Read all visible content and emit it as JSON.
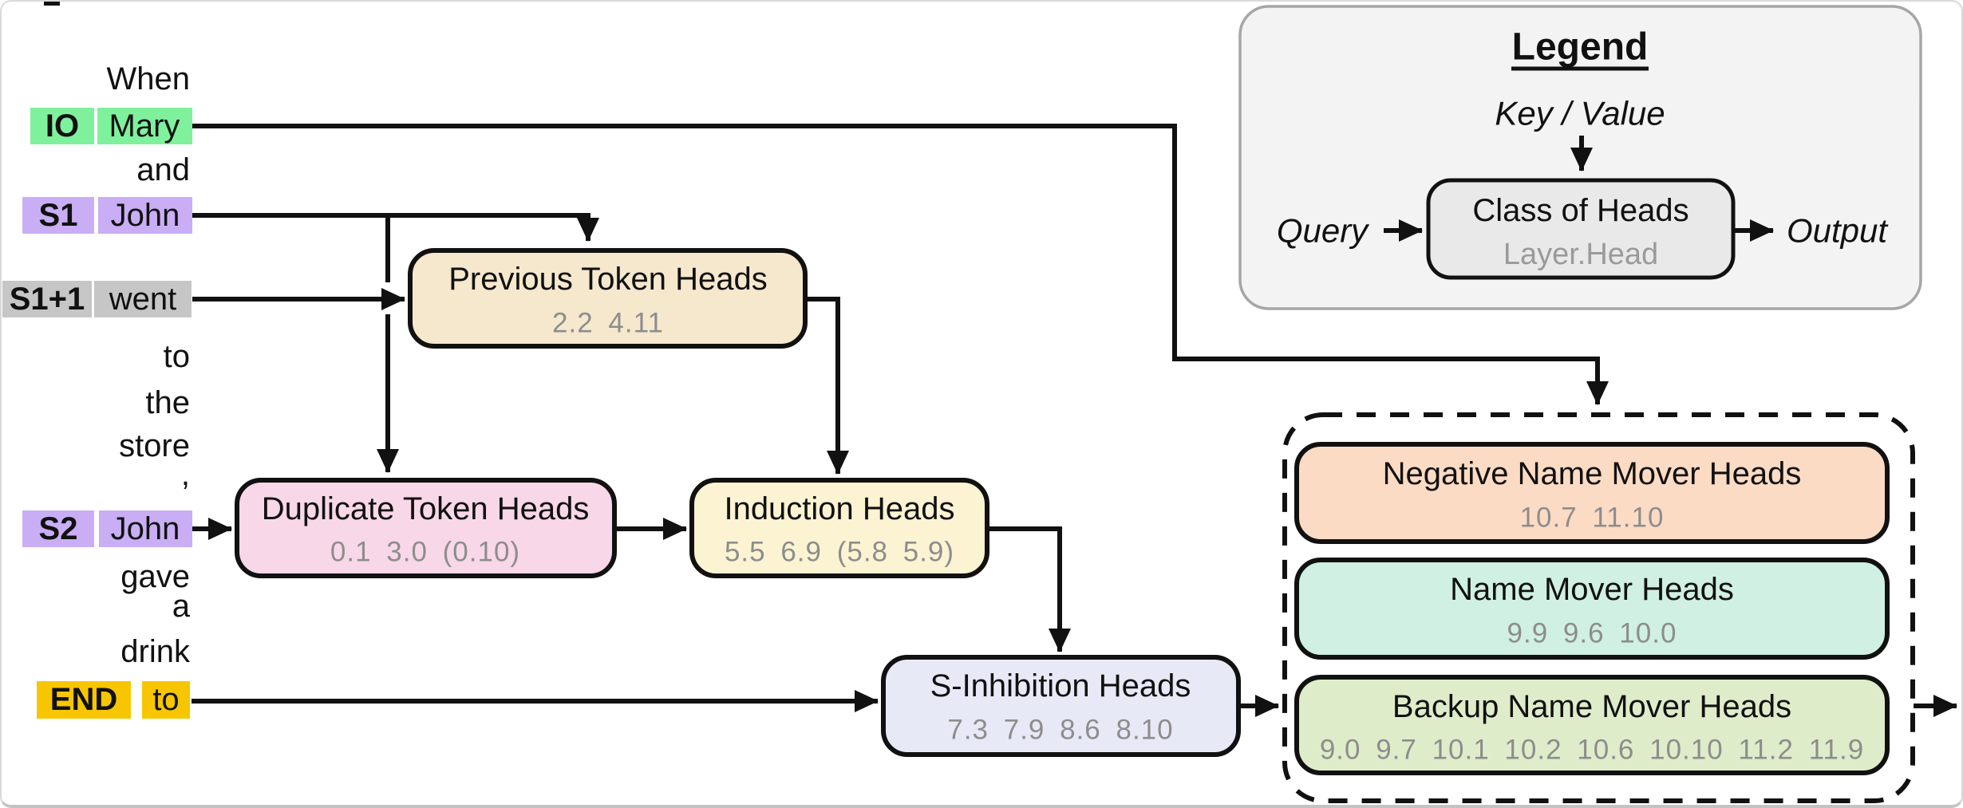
{
  "figure": {
    "description": "IOI circuit diagram: token stream feeding classes of attention heads"
  },
  "tokens": [
    {
      "tag": "",
      "word": "When",
      "highlight": "none"
    },
    {
      "tag": "IO",
      "word": "Mary",
      "highlight": "green"
    },
    {
      "tag": "",
      "word": "and",
      "highlight": "none"
    },
    {
      "tag": "S1",
      "word": "John",
      "highlight": "purple"
    },
    {
      "tag": "S1+1",
      "word": "went",
      "highlight": "gray"
    },
    {
      "tag": "",
      "word": "to",
      "highlight": "none"
    },
    {
      "tag": "",
      "word": "the",
      "highlight": "none"
    },
    {
      "tag": "",
      "word": "store",
      "highlight": "none"
    },
    {
      "tag": "",
      "word": ",",
      "highlight": "none"
    },
    {
      "tag": "S2",
      "word": "John",
      "highlight": "purple"
    },
    {
      "tag": "",
      "word": "gave",
      "highlight": "none"
    },
    {
      "tag": "",
      "word": "a",
      "highlight": "none"
    },
    {
      "tag": "",
      "word": "drink",
      "highlight": "none"
    },
    {
      "tag": "END",
      "word": "to",
      "highlight": "yellow"
    }
  ],
  "boxes": {
    "previous_token_heads": {
      "title": "Previous Token Heads",
      "heads": "2.2 4.11"
    },
    "duplicate_token_heads": {
      "title": "Duplicate Token Heads",
      "heads": "0.1 3.0 (0.10)"
    },
    "induction_heads": {
      "title": "Induction Heads",
      "heads": "5.5 6.9 (5.8 5.9)"
    },
    "s_inhibition_heads": {
      "title": "S-Inhibition Heads",
      "heads": "7.3 7.9 8.6 8.10"
    },
    "negative_name_mover_heads": {
      "title": "Negative Name Mover Heads",
      "heads": "10.7 11.10"
    },
    "name_mover_heads": {
      "title": "Name Mover Heads",
      "heads": "9.9 9.6 10.0"
    },
    "backup_name_mover_heads": {
      "title": "Backup Name Mover Heads",
      "heads": "9.0 9.7 10.1 10.2 10.6 10.10 11.2 11.9"
    }
  },
  "legend": {
    "title": "Legend",
    "key_value": "Key / Value",
    "query": "Query",
    "output": "Output",
    "class_box_title": "Class of Heads",
    "class_box_subtitle": "Layer.Head"
  },
  "colors": {
    "token_green": "#7ff19d",
    "token_purple": "#c9aef5",
    "token_gray": "#c6c6c6",
    "token_yellow": "#f7c600",
    "previous": "#f6e8cd",
    "duplicate": "#f8d7e8",
    "induction": "#fbf3d2",
    "s_inhibition": "#e8e9f6",
    "negative": "#fcdbc4",
    "name_mover": "#cff0e2",
    "backup": "#dfecca",
    "legend_bg": "#f3f3f3",
    "class_bg": "#e9e9e9",
    "heads_text": "#8d8d8d",
    "outline": "#111111"
  }
}
